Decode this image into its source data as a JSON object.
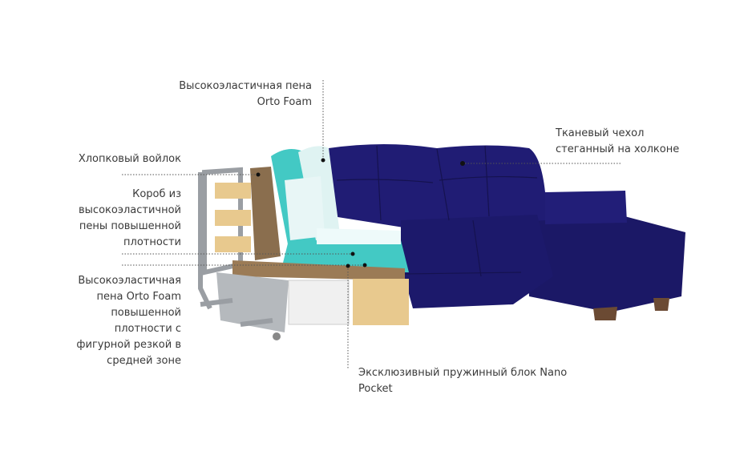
{
  "labels": {
    "orto_foam_top": [
      "Высокоэластичная пена",
      "Orto Foam"
    ],
    "cotton_felt": [
      "Хлопковый войлок"
    ],
    "foam_box": [
      "Короб из",
      "высокоэластичной",
      "пены повышенной",
      "плотности"
    ],
    "orto_foam_dense": [
      "Высокоэластичная",
      "пена  Orto Foam",
      "повышенной",
      "плотности с",
      "фигурной резкой в",
      "средней зоне"
    ],
    "fabric_cover": [
      "Тканевый чехол",
      "стеганный на холконе"
    ],
    "spring_block": [
      "Эксклюзивный пружинный блок Nano",
      "Pocket"
    ]
  },
  "colors": {
    "upholstery": "#1e1b6e",
    "foam": "#43c9c4",
    "wood": "#e8c98e",
    "frame": "#9a9ea3"
  }
}
